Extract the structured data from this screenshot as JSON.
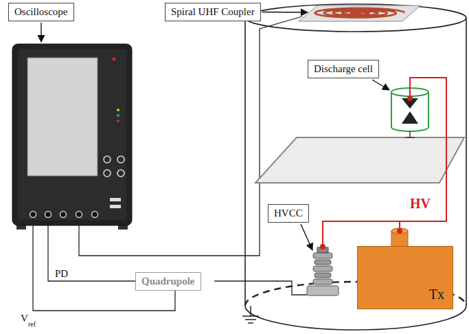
{
  "diagram": {
    "nodes": [
      {
        "text": [
          "Spiral UHF Coupler"
        ]
      },
      {
        "text": [
          "Oscilloscope"
        ]
      },
      {
        "text": [
          "Discharge cell"
        ]
      },
      {
        "text": [
          "HVCC"
        ]
      },
      {
        "text": [
          "Tx"
        ]
      },
      {
        "text": [
          "Quadrupole"
        ]
      }
    ],
    "labels": [
      "HV",
      "PD",
      "V",
      "ref"
    ]
  }
}
